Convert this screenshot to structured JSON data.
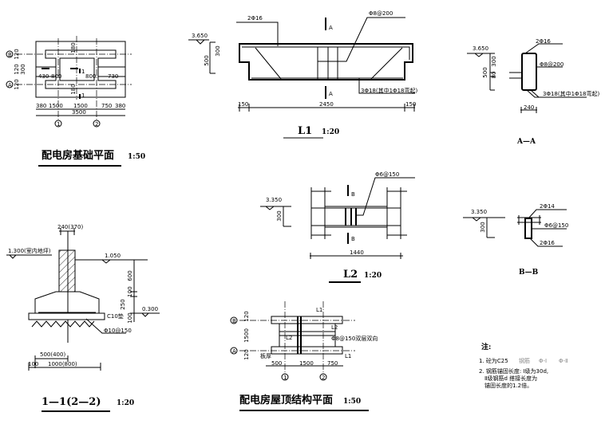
{
  "foundation_plan": {
    "title": "配电房基础平面",
    "scale": "1:50",
    "axis_rows": [
      "B",
      "A"
    ],
    "axis_cols": [
      "1",
      "2"
    ],
    "dims_top": [
      "380",
      "1500",
      "1500",
      "750",
      "380"
    ],
    "dim_total": "3500",
    "inner_dims": [
      "430",
      "800",
      "800",
      "730"
    ],
    "side_dims": [
      "120",
      "120",
      "300",
      "120"
    ],
    "vertical_dims": [
      "180",
      "180"
    ],
    "section_marks": [
      "1",
      "1",
      "1",
      "1"
    ]
  },
  "beam_l1": {
    "title": "L1",
    "scale": "1:20",
    "elevation": "3.650",
    "dims_vertical": [
      "500",
      "300"
    ],
    "top_bar": "2Φ16",
    "stirrup": "Φ8@200",
    "bottom_bar": "3Φ18(其中1Φ18弯起)",
    "dims_bottom": [
      "150",
      "2450",
      "150"
    ],
    "section_marks": [
      "A",
      "A"
    ]
  },
  "section_aa": {
    "title": "A—A",
    "elevation": "3.650",
    "dims_vertical": [
      "500",
      "300",
      "80"
    ],
    "top_bar": "2Φ16",
    "stirrup": "Φ8@200",
    "bottom_bar": "3Φ18(其中1Φ18弯起)",
    "width": "240"
  },
  "beam_l2": {
    "title": "L2",
    "scale": "1:20",
    "elevation": "3.350",
    "height": "300",
    "stirrup": "Φ6@150",
    "length": "1440",
    "section_marks": [
      "B",
      "B"
    ]
  },
  "section_bb": {
    "title": "B—B",
    "elevation": "3.350",
    "height": "300",
    "top_bar": "2Φ14",
    "stirrup": "Φ6@150",
    "bottom_bar": "2Φ16"
  },
  "section_11": {
    "title": "1—1(2—2)",
    "scale": "1:20",
    "wall_width": "240(370)",
    "floor_elevation": "1.300(室内地坪)",
    "ground_elevation": "1.050",
    "base_elevation": "0.300",
    "dims_vertical": [
      "600",
      "100",
      "250",
      "100"
    ],
    "pad": "C10垫",
    "rebar": "Φ10@150",
    "half_width": "500(400)",
    "dims_bottom": [
      "100",
      "1000(800)"
    ]
  },
  "roof_plan": {
    "title": "配电房屋顶结构平面",
    "scale": "1:50",
    "labels": [
      "L1",
      "L2",
      "L2",
      "L1"
    ],
    "slab_rebar": "Φ8@150双层双向",
    "slab_thk": "板厚",
    "axis_rows": [
      "B",
      "A"
    ],
    "axis_cols": [
      "1",
      "2"
    ],
    "dims": [
      "500",
      "1500",
      "750"
    ],
    "side_dims": [
      "120",
      "1500",
      "120"
    ]
  },
  "notes": {
    "heading": "注:",
    "line1": "1. 砼为C25",
    "line1_extra": [
      "钢筋",
      "Φ-Ⅰ",
      "Φ-Ⅱ"
    ],
    "line2": "2. 钢筋锚固长度: Ⅰ级为30d,",
    "line3": "Ⅱ级钢筋d 搭接长度为",
    "line4": "锚固长度的1.2倍。"
  }
}
